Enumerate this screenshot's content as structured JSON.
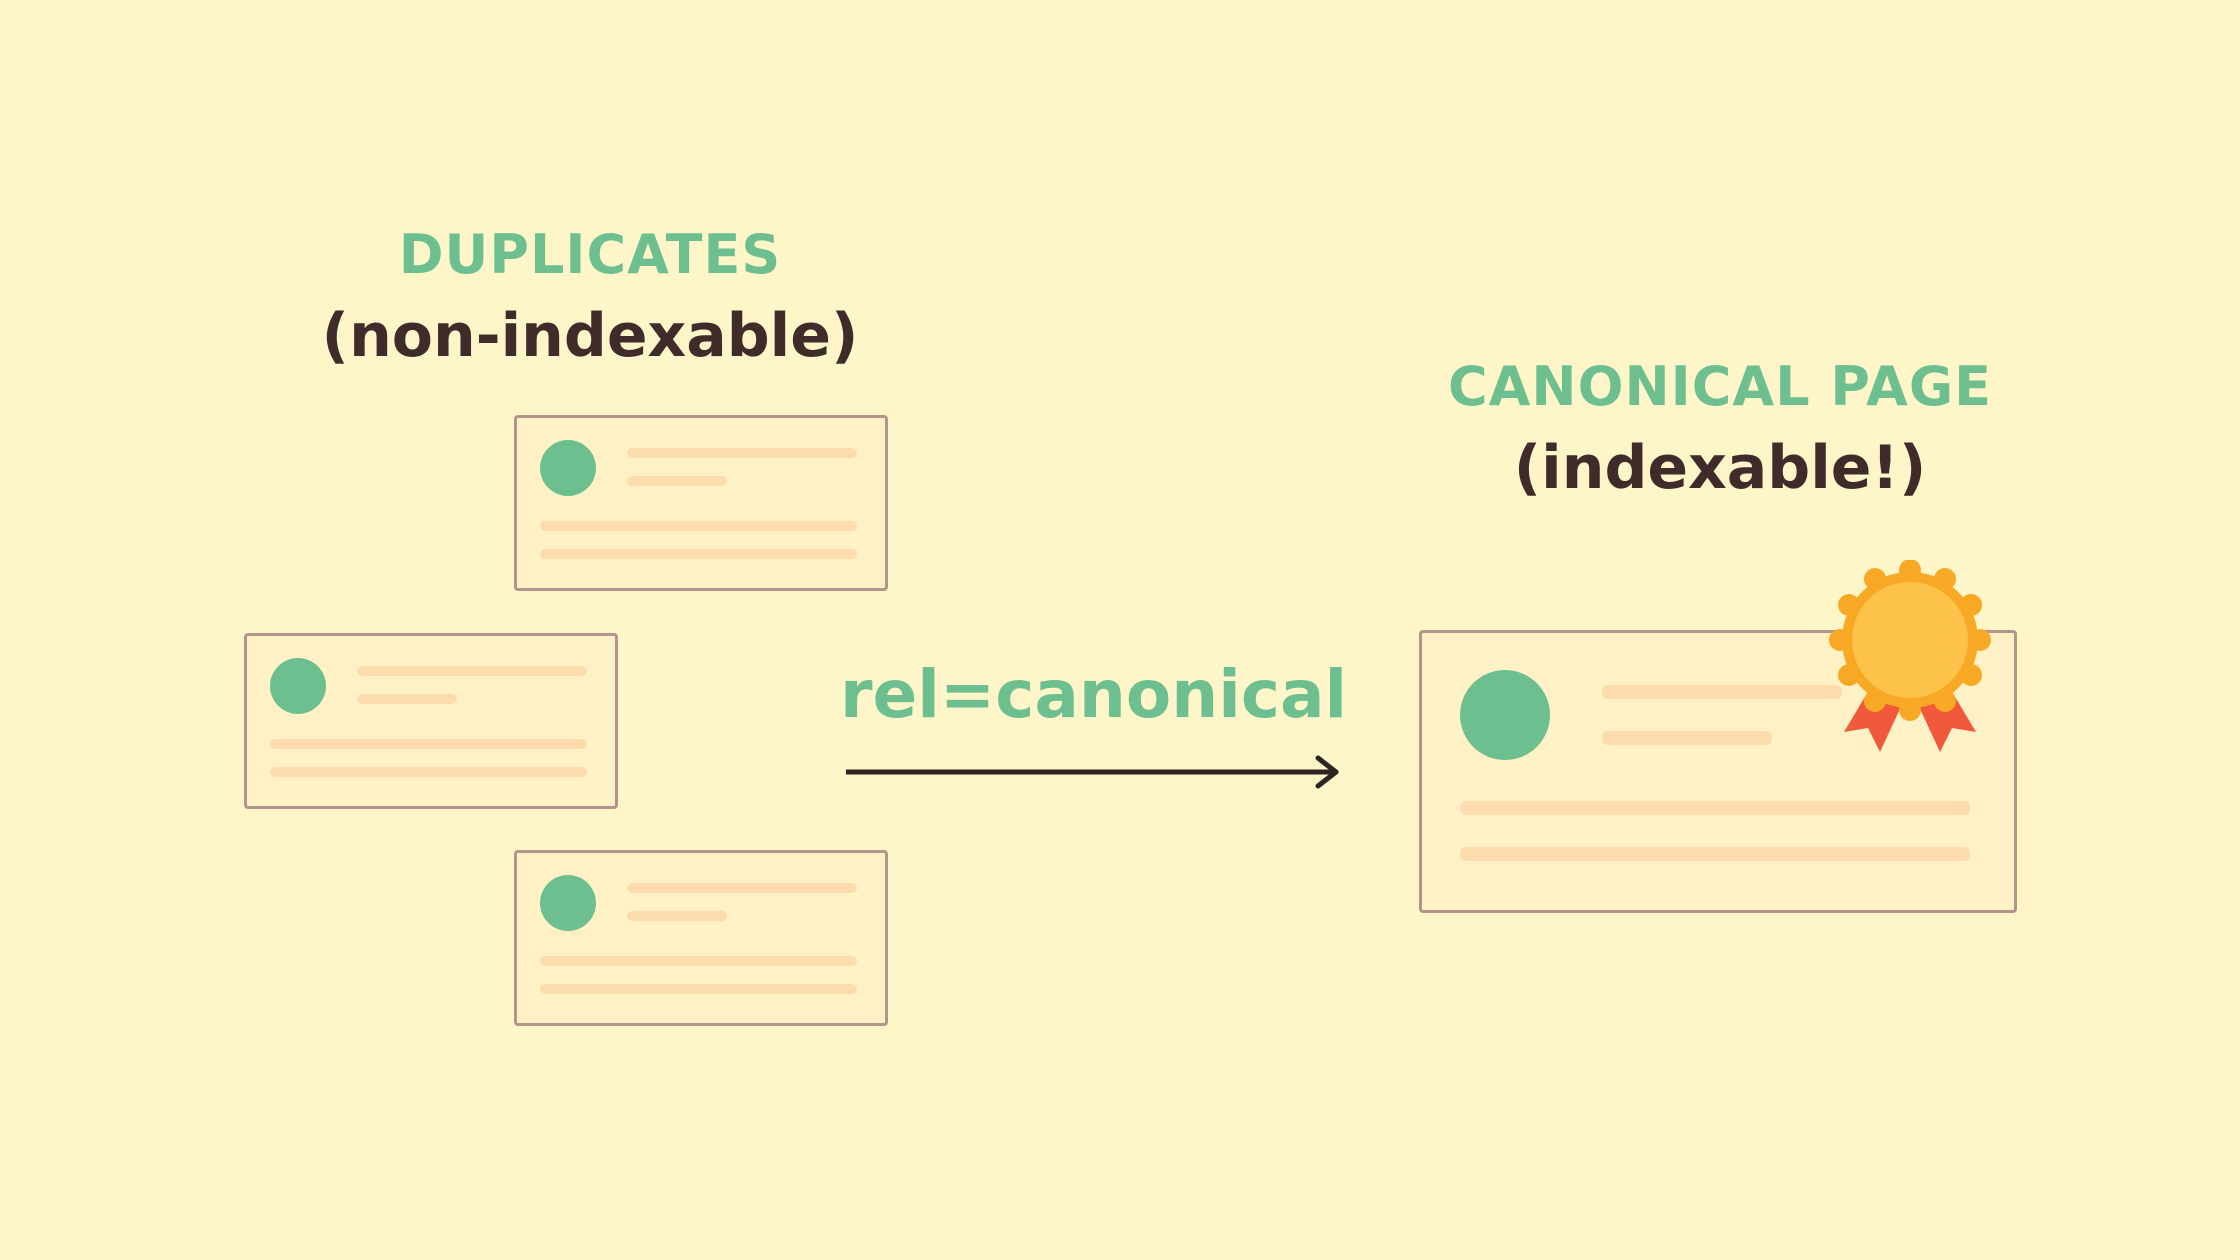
{
  "duplicates": {
    "heading": "DUPLICATES",
    "subheading": "(non-indexable)"
  },
  "canonical": {
    "heading": "CANONICAL PAGE",
    "subheading": "(indexable!)"
  },
  "relation": {
    "label": "rel=canonical"
  },
  "icons": {
    "arrow": "arrow-right-icon",
    "badge": "award-badge-icon"
  },
  "colors": {
    "background": "#fef6c8",
    "accent_green": "#6dbf8f",
    "text_dark": "#3e2c2a",
    "card_border": "#b4948a",
    "card_line": "#fcdcac",
    "badge_gold": "#f9b93a",
    "ribbon_red": "#f0593c"
  }
}
